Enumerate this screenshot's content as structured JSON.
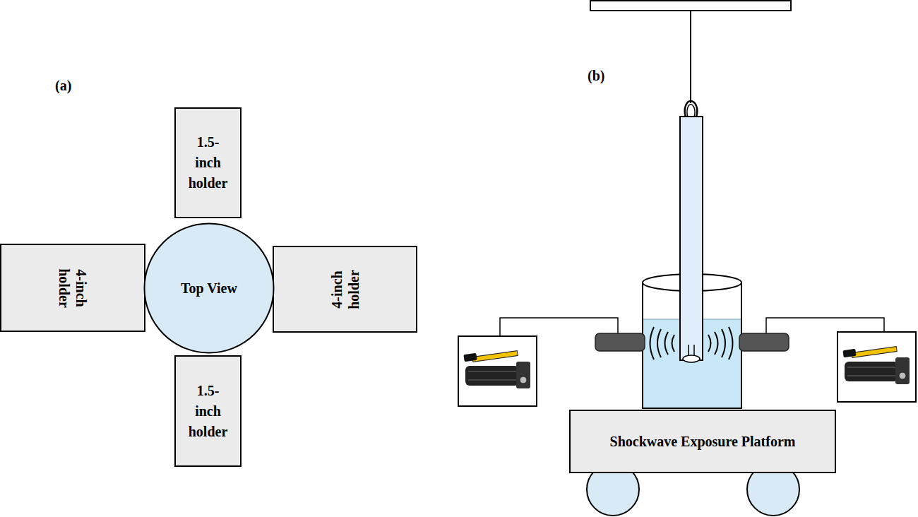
{
  "diagram": {
    "nodes": [
      {
        "text": [
          "1.5-inch holder"
        ]
      },
      {
        "text": [
          "4-inch holder"
        ]
      },
      {
        "text": [
          "Top View"
        ]
      },
      {
        "text": [
          "4-inch holder"
        ]
      },
      {
        "text": [
          "1.5-inch holder"
        ]
      },
      {
        "text": [
          "Shockwave Exposure Platform"
        ]
      }
    ],
    "labels": [
      "(a)",
      "(b)"
    ]
  }
}
